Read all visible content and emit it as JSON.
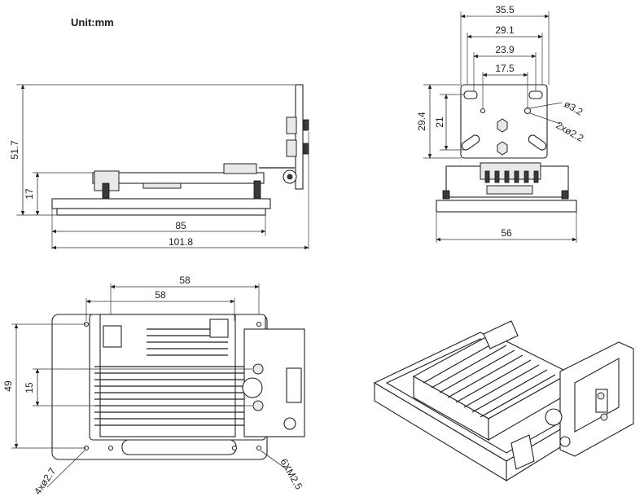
{
  "unit_label": "Unit:mm",
  "dimensions": {
    "side_height": "51.7",
    "side_mount_height": "17",
    "side_base_length": "85",
    "side_overall_length": "101.8",
    "front_w1": "35.5",
    "front_w2": "29.1",
    "front_w3": "23.9",
    "front_w4": "17.5",
    "front_h1": "29.4",
    "front_h2": "21",
    "front_hole1": "ø3.2",
    "front_hole2": "2xø2.2",
    "front_base_width": "56",
    "top_w1": "58",
    "top_w2": "58",
    "top_h1": "49",
    "top_h2": "15",
    "top_holes1": "4xø2.7",
    "top_holes2": "6XM2.5"
  }
}
